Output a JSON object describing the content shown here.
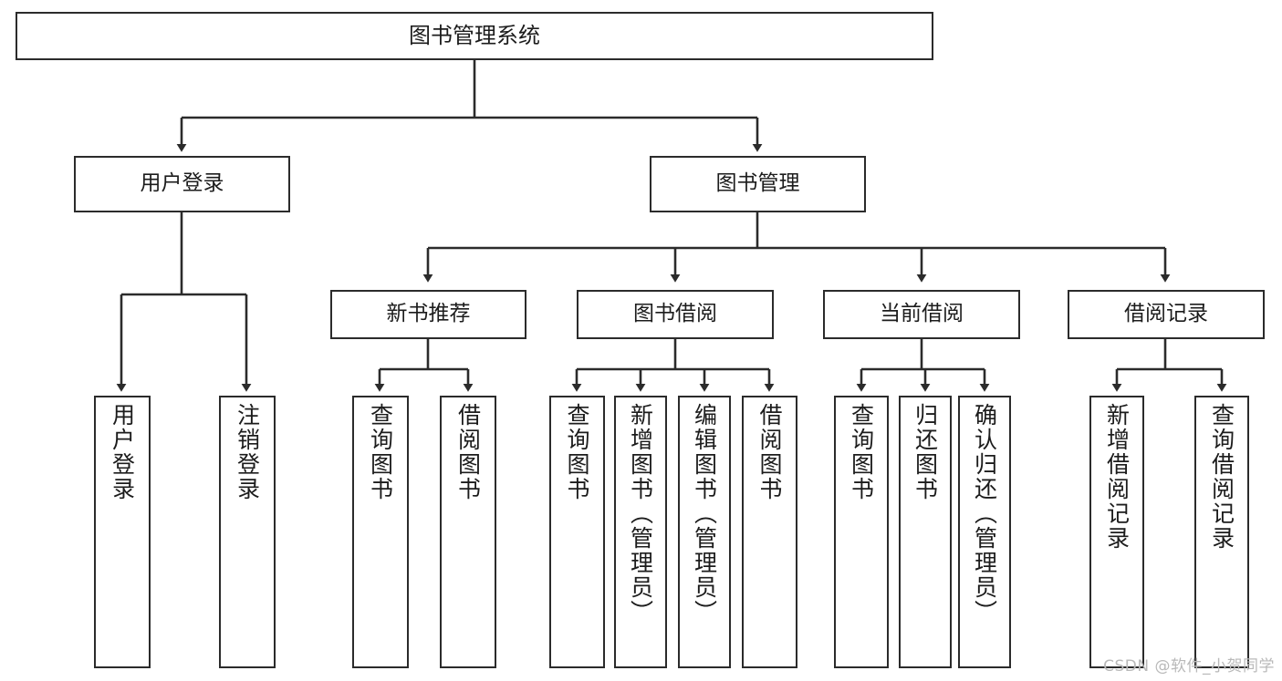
{
  "diagram": {
    "title": "图书管理系统",
    "watermark": "CSDN @软件_小贺同学",
    "colors": {
      "box_stroke": "#2b2b2b",
      "wire": "#2b2b2b",
      "text": "#1c1c1c",
      "background": "#ffffff",
      "watermark": "#b9b9b9"
    },
    "nodes": {
      "root": {
        "label": "图书管理系统"
      },
      "level2": [
        {
          "label": "用户登录"
        },
        {
          "label": "图书管理"
        }
      ],
      "level3": [
        {
          "label": "新书推荐"
        },
        {
          "label": "图书借阅"
        },
        {
          "label": "当前借阅"
        },
        {
          "label": "借阅记录"
        }
      ],
      "leaves": {
        "user_login": [
          {
            "label": "用户登录"
          },
          {
            "label": "注销登录"
          }
        ],
        "new_books": [
          {
            "label": "查询图书"
          },
          {
            "label": "借阅图书"
          }
        ],
        "book_borrow": [
          {
            "label": "查询图书"
          },
          {
            "label": "新增图书（管理员）"
          },
          {
            "label": "编辑图书（管理员）"
          },
          {
            "label": "借阅图书"
          }
        ],
        "current_borrow": [
          {
            "label": "查询图书"
          },
          {
            "label": "归还图书"
          },
          {
            "label": "确认归还（管理员）"
          }
        ],
        "borrow_records": [
          {
            "label": "新增借阅记录"
          },
          {
            "label": "查询借阅记录"
          }
        ]
      }
    }
  }
}
